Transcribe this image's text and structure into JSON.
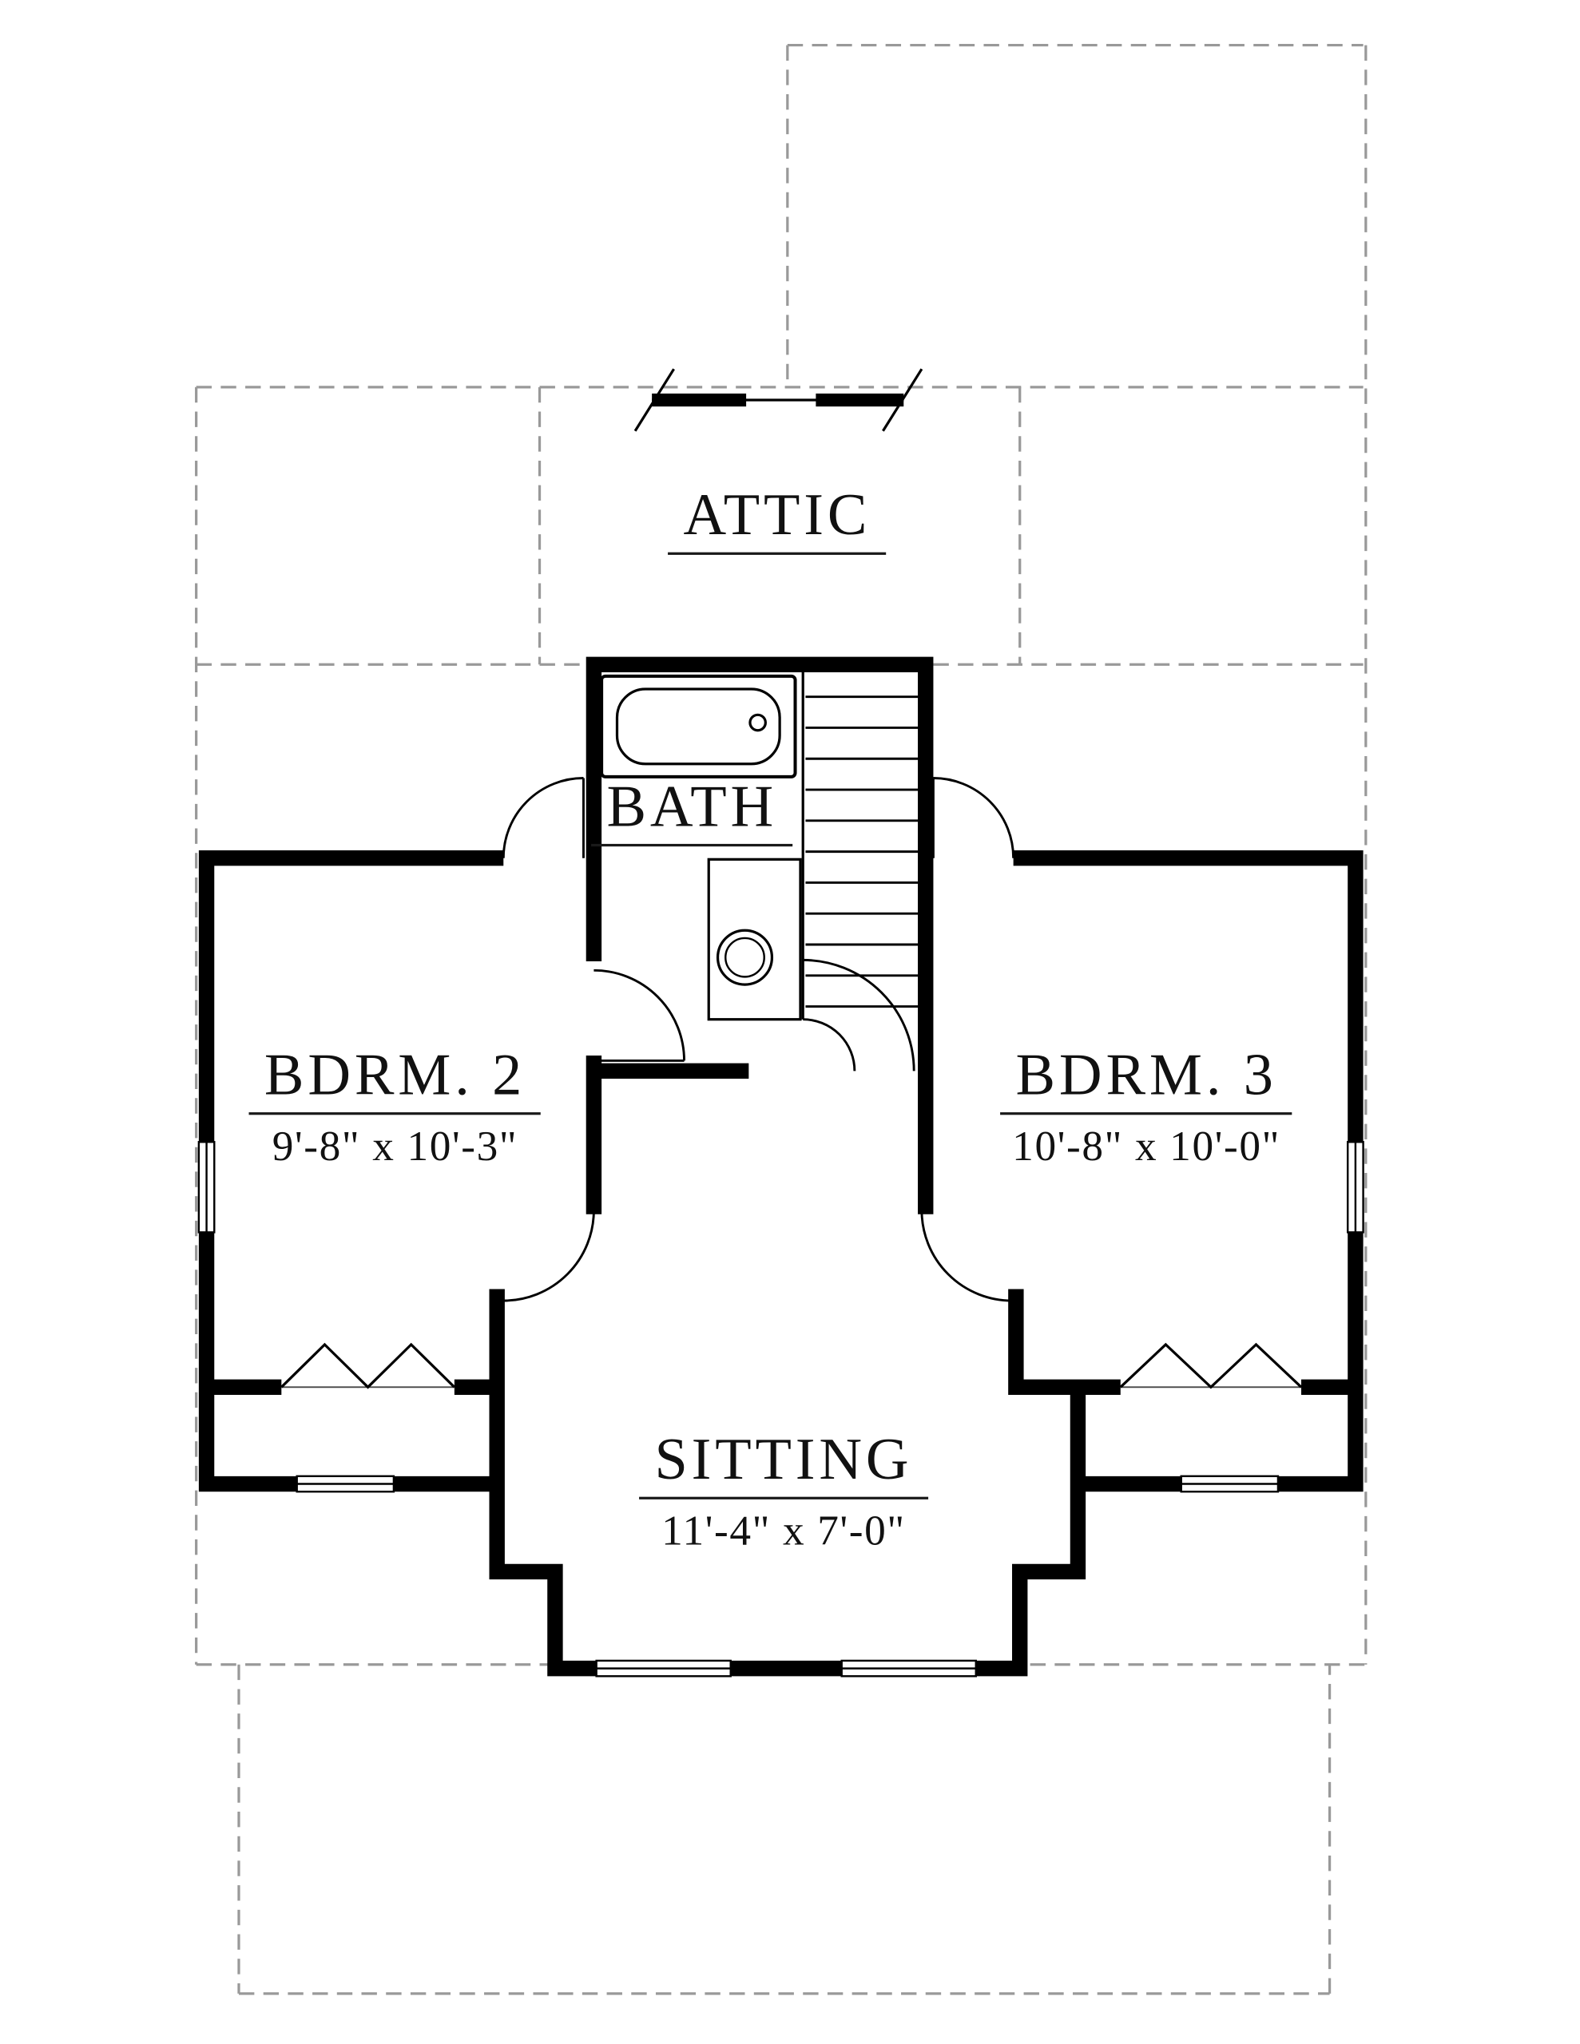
{
  "drawing": {
    "type": "architectural-floor-plan",
    "rooms": [
      {
        "id": "attic",
        "name": "ATTIC",
        "dims": ""
      },
      {
        "id": "bath",
        "name": "BATH",
        "dims": ""
      },
      {
        "id": "bdrm2",
        "name": "BDRM. 2",
        "dims": "9'-8\" x 10'-3\""
      },
      {
        "id": "bdrm3",
        "name": "BDRM. 3",
        "dims": "10'-8\" x 10'-0\""
      },
      {
        "id": "sitting",
        "name": "SITTING",
        "dims": "11'-4\" x 7'-0\""
      }
    ],
    "colors": {
      "wall": "#000000",
      "dashed_roofline": "#999999",
      "background": "#ffffff",
      "text": "#111111"
    }
  }
}
